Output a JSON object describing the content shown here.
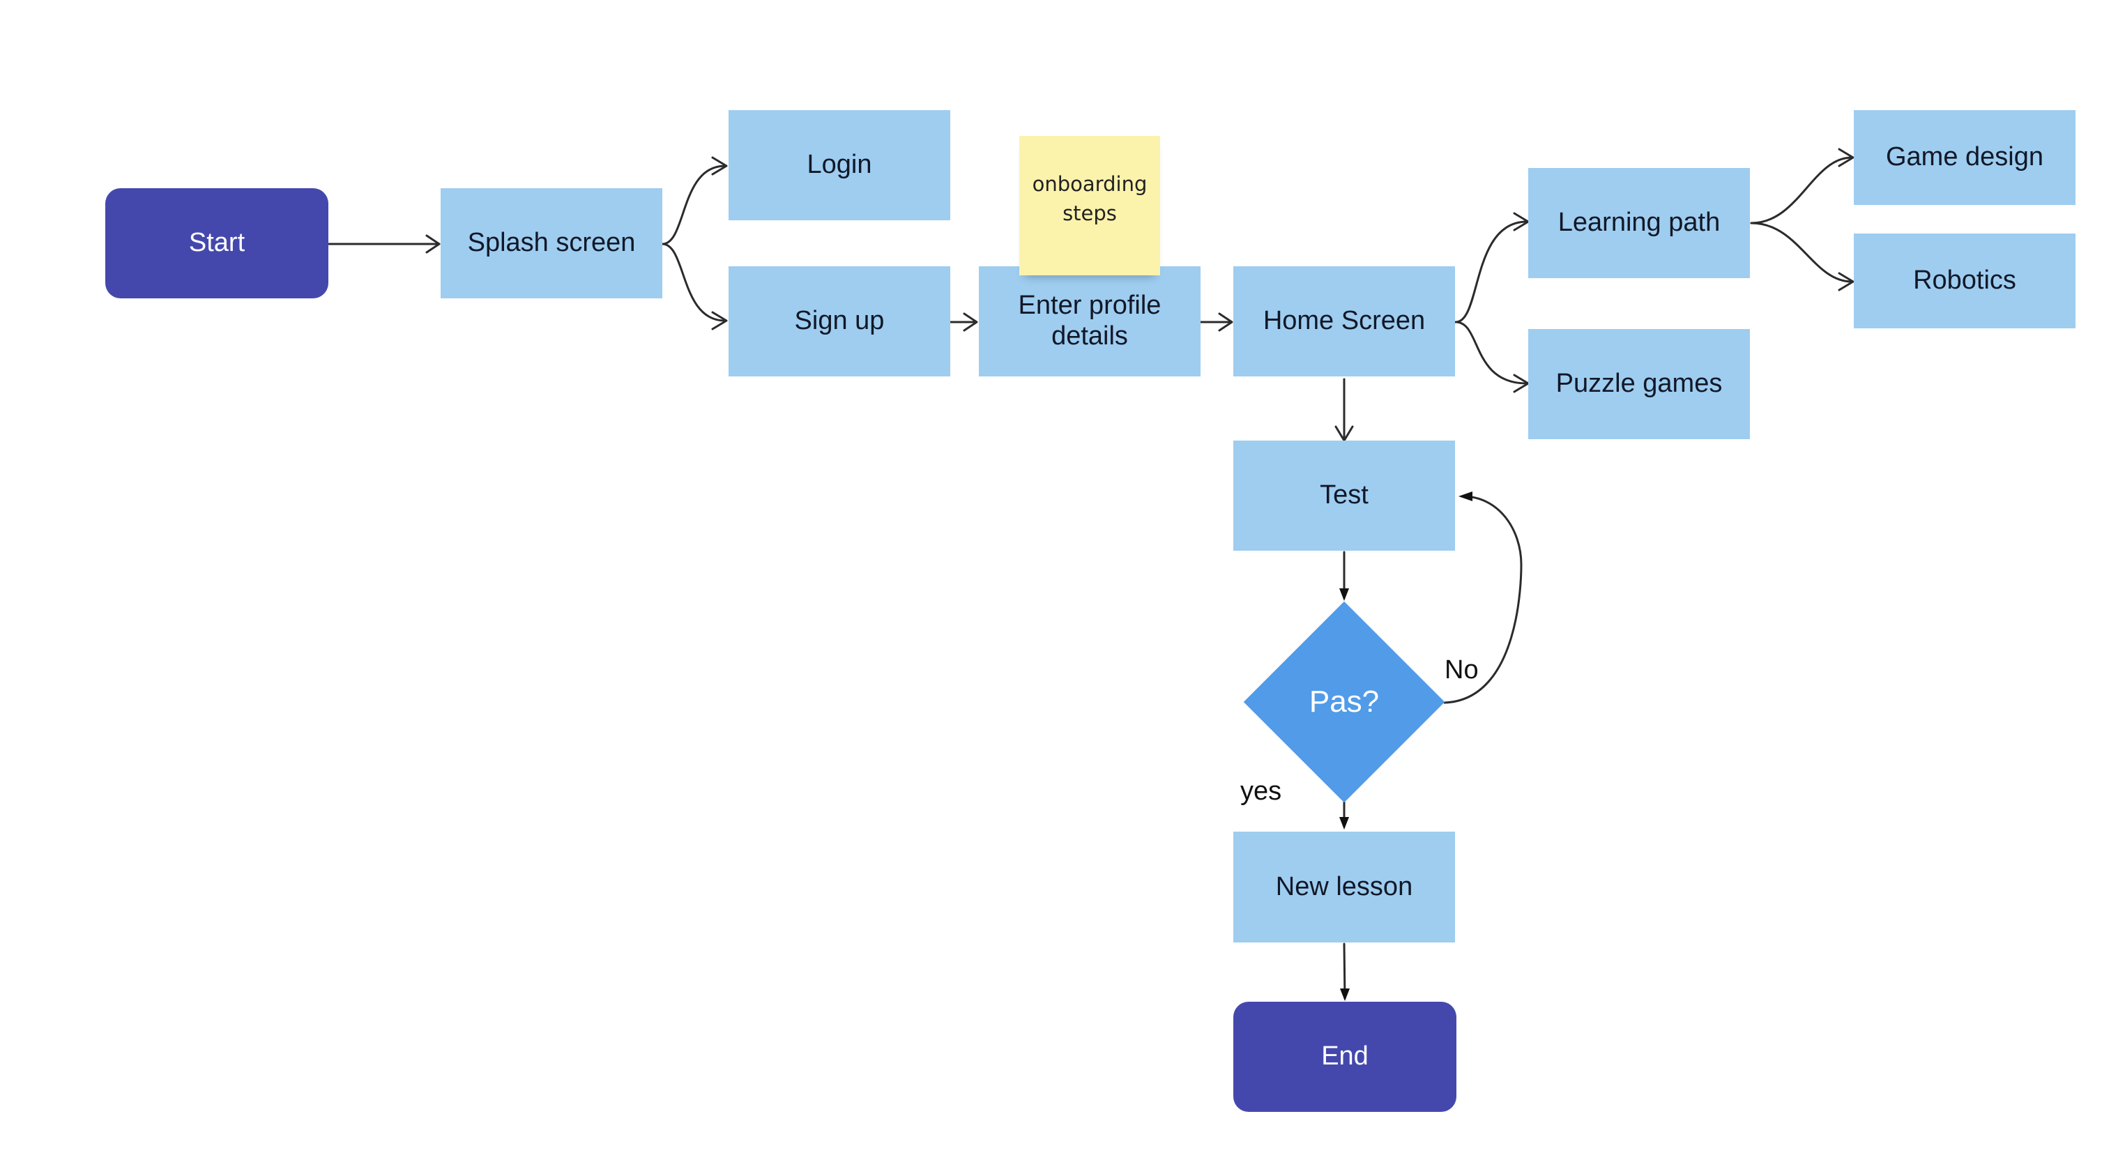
{
  "diagram": {
    "nodes": {
      "start": "Start",
      "splash": "Splash screen",
      "login": "Login",
      "signup": "Sign up",
      "profile": "Enter profile details",
      "home": "Home Screen",
      "learning": "Learning path",
      "puzzle": "Puzzle games",
      "gamedesign": "Game design",
      "robotics": "Robotics",
      "test": "Test",
      "decision": "Pas?",
      "newlesson": "New lesson",
      "end": "End"
    },
    "sticky_note": "onboarding steps",
    "edge_labels": {
      "no": "No",
      "yes": "yes"
    },
    "colors": {
      "terminal": "#4448ad",
      "process": "#9ecdf0",
      "decision": "#519be8",
      "sticky": "#fbf3ac",
      "connector": "#2b2b2b"
    }
  }
}
